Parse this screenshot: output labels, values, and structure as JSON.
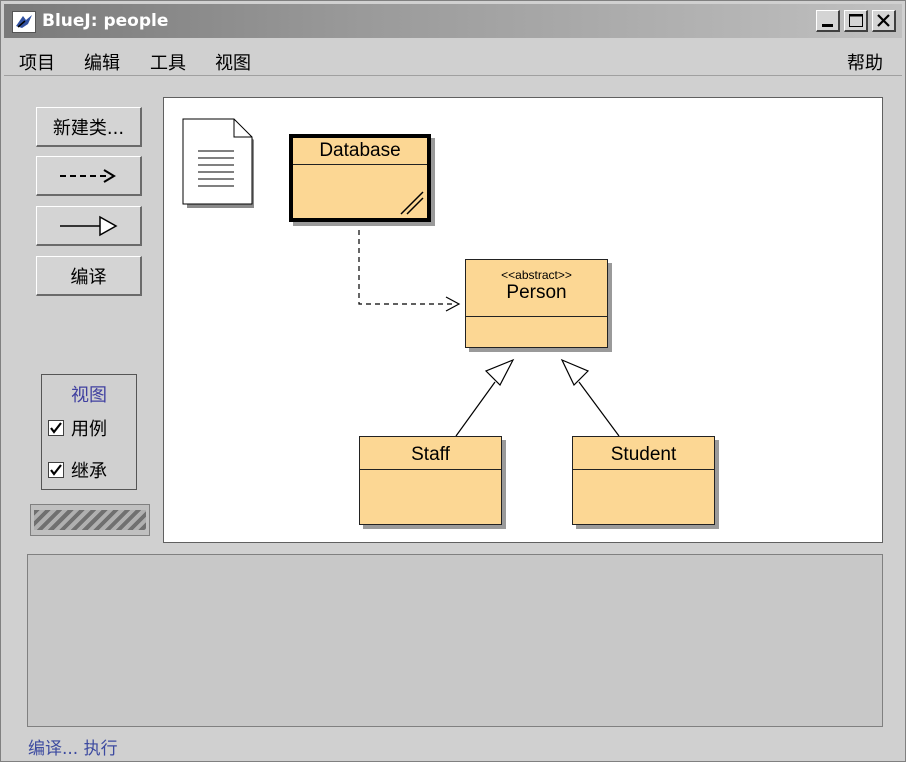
{
  "window": {
    "title": "BlueJ: people",
    "controls": {
      "minimize": "minimize-icon",
      "maximize": "maximize-icon",
      "close": "close-icon"
    }
  },
  "menu": {
    "items": [
      "项目",
      "编辑",
      "工具",
      "视图"
    ],
    "help": "帮助"
  },
  "toolbar": {
    "new_class": "新建类...",
    "uses_arrow": "dashed-arrow-icon",
    "inherit_arrow": "inheritance-arrow-icon",
    "compile": "编译"
  },
  "view_panel": {
    "title": "视图",
    "options": [
      {
        "label": "用例",
        "checked": true
      },
      {
        "label": "继承",
        "checked": true
      }
    ]
  },
  "diagram": {
    "readme_icon": "document-icon",
    "classes": [
      {
        "name": "Database",
        "stereotype": "",
        "selected": true,
        "compiled": false
      },
      {
        "name": "Person",
        "stereotype": "<<abstract>>",
        "selected": false,
        "compiled": true
      },
      {
        "name": "Staff",
        "stereotype": "",
        "selected": false,
        "compiled": true
      },
      {
        "name": "Student",
        "stereotype": "",
        "selected": false,
        "compiled": true
      }
    ]
  },
  "status": {
    "text": "编译... 执行"
  },
  "colors": {
    "class_fill": "#fcd794",
    "status_text": "#3c4aa0",
    "view_title": "#4040a0"
  }
}
